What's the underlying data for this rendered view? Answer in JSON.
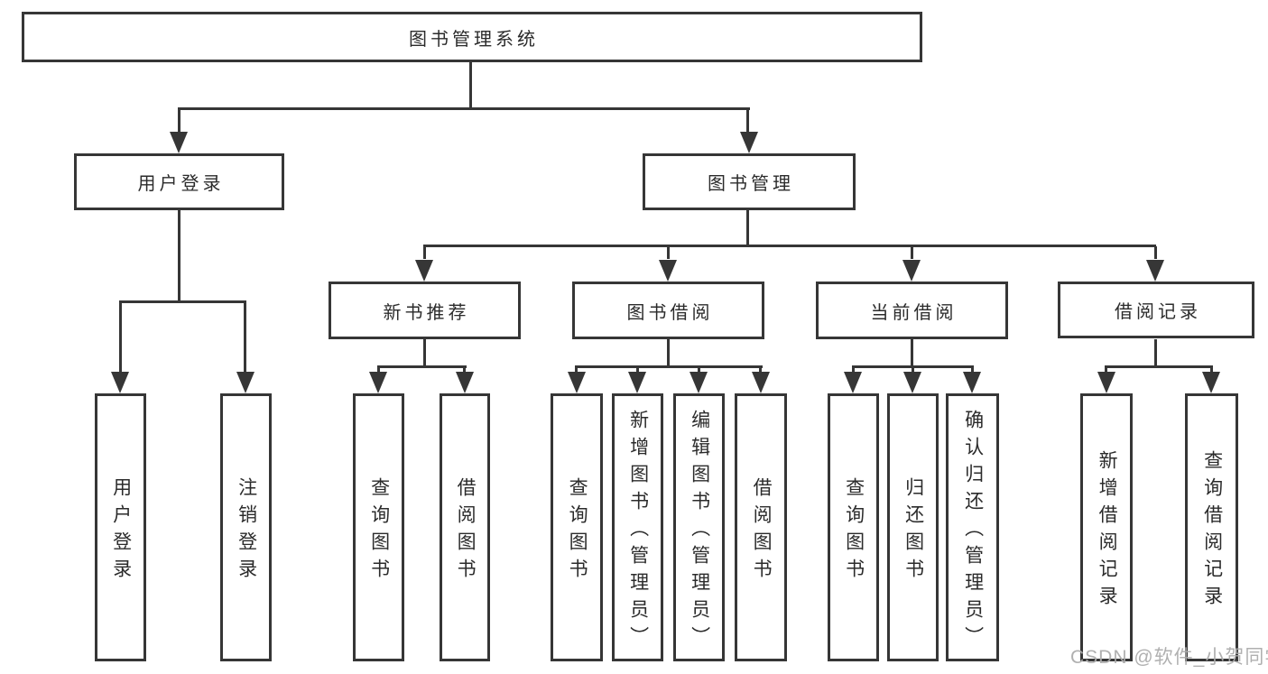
{
  "tree": {
    "root": "图书管理系统",
    "branches": [
      {
        "label": "用户登录",
        "children": [
          "用户登录",
          "注销登录"
        ]
      },
      {
        "label": "图书管理",
        "sections": [
          {
            "label": "新书推荐",
            "children": [
              "查询图书",
              "借阅图书"
            ]
          },
          {
            "label": "图书借阅",
            "children": [
              "查询图书",
              "新增图书（管理员）",
              "编辑图书（管理员）",
              "借阅图书"
            ]
          },
          {
            "label": "当前借阅",
            "children": [
              "查询图书",
              "归还图书",
              "确认归还（管理员）"
            ]
          },
          {
            "label": "借阅记录",
            "children": [
              "新增借阅记录",
              "查询借阅记录"
            ]
          }
        ]
      }
    ]
  },
  "watermark": "CSDN @软件_小贺同学",
  "colors": {
    "line": "#363636",
    "text": "#2b2b2b",
    "background": "#ffffff",
    "watermark": "#acacac"
  }
}
